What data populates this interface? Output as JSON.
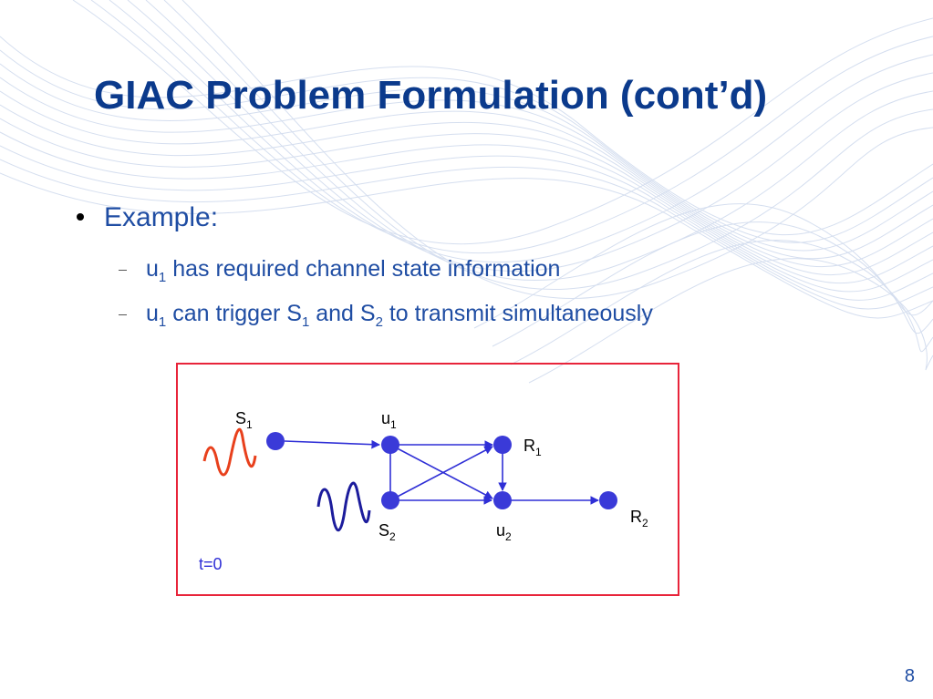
{
  "slide": {
    "title": "GIAC Problem Formulation (cont’d)",
    "bullet": "Example:",
    "sub_items": [
      {
        "parts": [
          {
            "t": "u"
          },
          {
            "s": "1"
          },
          {
            "t": " has required channel state information"
          }
        ]
      },
      {
        "parts": [
          {
            "t": "u"
          },
          {
            "s": "1"
          },
          {
            "t": " can trigger S"
          },
          {
            "s": "1"
          },
          {
            "t": " and S"
          },
          {
            "s": "2"
          },
          {
            "t": " to transmit simultaneously"
          }
        ]
      }
    ],
    "page_number": "8"
  },
  "diagram": {
    "frame_color": "#e8243a",
    "edge_color": "#2f2fd6",
    "node_color": "#3a3ad8",
    "wave_colors": {
      "s1": "#e8401c",
      "s2": "#1c1c9c"
    },
    "nodes": {
      "s1": {
        "base": "S",
        "sub": "1"
      },
      "u1": {
        "base": "u",
        "sub": "1"
      },
      "r1": {
        "base": "R",
        "sub": "1"
      },
      "s2": {
        "base": "S",
        "sub": "2"
      },
      "u2": {
        "base": "u",
        "sub": "2"
      },
      "r2": {
        "base": "R",
        "sub": "2"
      }
    },
    "time_label": "t=0"
  }
}
